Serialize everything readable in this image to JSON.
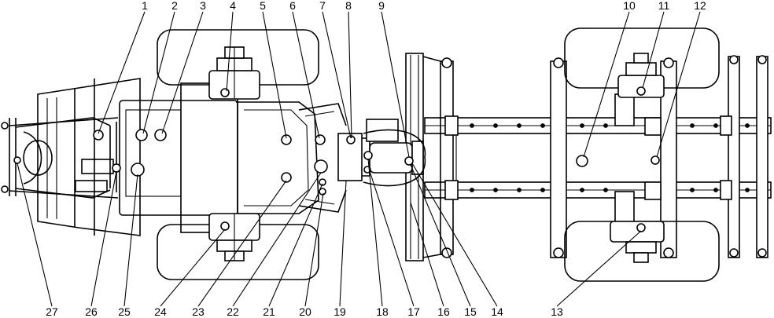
{
  "callouts": [
    {
      "id": "c1",
      "label": "1"
    },
    {
      "id": "c2",
      "label": "2"
    },
    {
      "id": "c3",
      "label": "3"
    },
    {
      "id": "c4",
      "label": "4"
    },
    {
      "id": "c5",
      "label": "5"
    },
    {
      "id": "c6",
      "label": "6"
    },
    {
      "id": "c7",
      "label": "7"
    },
    {
      "id": "c8",
      "label": "8"
    },
    {
      "id": "c9",
      "label": "9"
    },
    {
      "id": "c10",
      "label": "10"
    },
    {
      "id": "c11",
      "label": "11"
    },
    {
      "id": "c12",
      "label": "12"
    },
    {
      "id": "c13",
      "label": "13"
    },
    {
      "id": "c14",
      "label": "14"
    },
    {
      "id": "c15",
      "label": "15"
    },
    {
      "id": "c16",
      "label": "16"
    },
    {
      "id": "c17",
      "label": "17"
    },
    {
      "id": "c18",
      "label": "18"
    },
    {
      "id": "c19",
      "label": "19"
    },
    {
      "id": "c20",
      "label": "20"
    },
    {
      "id": "c21",
      "label": "21"
    },
    {
      "id": "c22",
      "label": "22"
    },
    {
      "id": "c23",
      "label": "23"
    },
    {
      "id": "c24",
      "label": "24"
    },
    {
      "id": "c25",
      "label": "25"
    },
    {
      "id": "c26",
      "label": "26"
    },
    {
      "id": "c27",
      "label": "27"
    }
  ]
}
